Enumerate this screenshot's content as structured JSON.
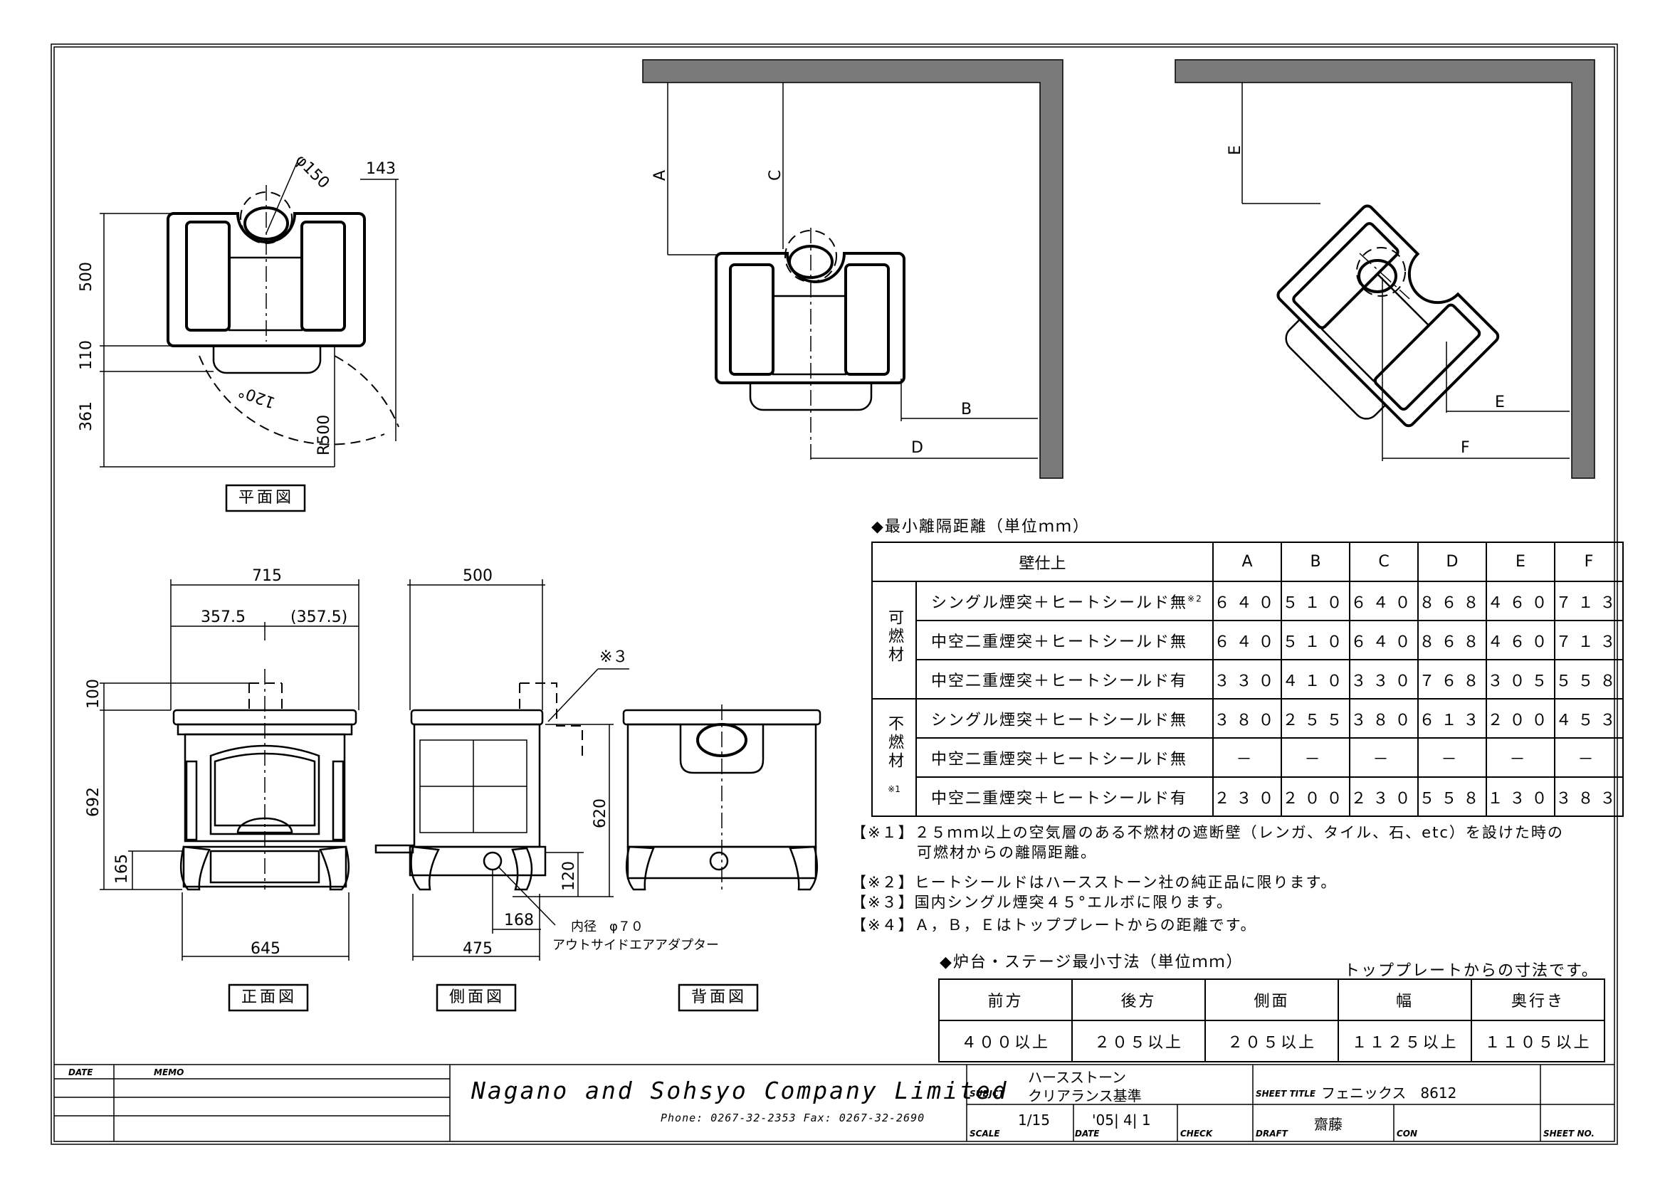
{
  "views": {
    "plan": "平面図",
    "front": "正面図",
    "side": "側面図",
    "back": "背面図"
  },
  "plan_dims": {
    "diameter": "φ150",
    "offset": "143",
    "depth": "500",
    "ash": "110",
    "swing": "361",
    "angle": "120°",
    "radius": "R500"
  },
  "clearance_labels": {
    "a": "A",
    "b": "B",
    "c": "C",
    "d": "D",
    "e": "E",
    "f": "F"
  },
  "front_dims": {
    "width": "715",
    "half_left": "357.5",
    "half_right": "(357.5)",
    "top": "100",
    "height": "692",
    "door": "165",
    "base": "645"
  },
  "side_dims": {
    "depth": "500",
    "height": "620",
    "inlet": "120",
    "inlet_pos": "168",
    "base": "475",
    "note3": "※３",
    "adapter_dia": "内径　φ７０",
    "adapter_name": "アウトサイドエアアダプター"
  },
  "clearance_table": {
    "title": "◆最小離隔距離（単位ｍｍ）",
    "header": [
      "壁仕上",
      "A",
      "B",
      "C",
      "D",
      "E",
      "F"
    ],
    "groups": [
      {
        "label": "可燃材",
        "rows": [
          {
            "name": "シングル煙突＋ヒートシールド無",
            "sub": "※2",
            "values": [
              "６４０",
              "５１０",
              "６４０",
              "８６８",
              "４６０",
              "７１３"
            ]
          },
          {
            "name": "中空二重煙突＋ヒートシールド無",
            "values": [
              "６４０",
              "５１０",
              "６４０",
              "８６８",
              "４６０",
              "７１３"
            ]
          },
          {
            "name": "中空二重煙突＋ヒートシールド有",
            "values": [
              "３３０",
              "４１０",
              "３３０",
              "７６８",
              "３０５",
              "５５８"
            ]
          }
        ]
      },
      {
        "label": "不燃材",
        "sub": "※1",
        "rows": [
          {
            "name": "シングル煙突＋ヒートシールド無",
            "values": [
              "３８０",
              "２５５",
              "３８０",
              "６１３",
              "２００",
              "４５３"
            ]
          },
          {
            "name": "中空二重煙突＋ヒートシールド無",
            "values": [
              "－",
              "－",
              "－",
              "－",
              "－",
              "－"
            ]
          },
          {
            "name": "中空二重煙突＋ヒートシールド有",
            "values": [
              "２３０",
              "２００",
              "２３０",
              "５５８",
              "１３０",
              "３８３"
            ]
          }
        ]
      }
    ]
  },
  "notes": [
    "【※１】２５ｍｍ以上の空気層のある不燃材の遮断壁（レンガ、タイル、石、etc）を設けた時の",
    "可燃材からの離隔距離。",
    "【※２】ヒートシールドはハースストーン社の純正品に限ります。",
    "【※３】国内シングル煙突４５°エルボに限ります。",
    "【※４】Ａ，Ｂ，Ｅはトッププレートからの距離です。"
  ],
  "stage_table": {
    "title": "◆炉台・ステージ最小寸法（単位ｍｍ）",
    "note": "トッププレートからの寸法です。",
    "header": [
      "前方",
      "後方",
      "側面",
      "幅",
      "奥行き"
    ],
    "values": [
      "４００以上",
      "２０５以上",
      "２０５以上",
      "１１２５以上",
      "１１０５以上"
    ]
  },
  "title_block": {
    "date_label": "DATE",
    "memo_label": "MEMO",
    "company": "Nagano and Sohsyo Company Limited",
    "phone": "Phone: 0267-32-2353   Fax: 0267-32-2690",
    "subject_label": "SUBJCT",
    "subject_line1": "ハースストーン",
    "subject_line2": "クリアランス基準",
    "sheet_title_label": "SHEET TITLE",
    "sheet_title": "フェニックス　8612",
    "scale_label": "SCALE",
    "scale": "1/15",
    "date_value_label": "DATE",
    "date_value": "'05| 4| 1",
    "check_label": "CHECK",
    "draft_label": "DRAFT",
    "draft": "齋藤",
    "con_label": "CON",
    "sheet_no_label": "SHEET NO."
  }
}
